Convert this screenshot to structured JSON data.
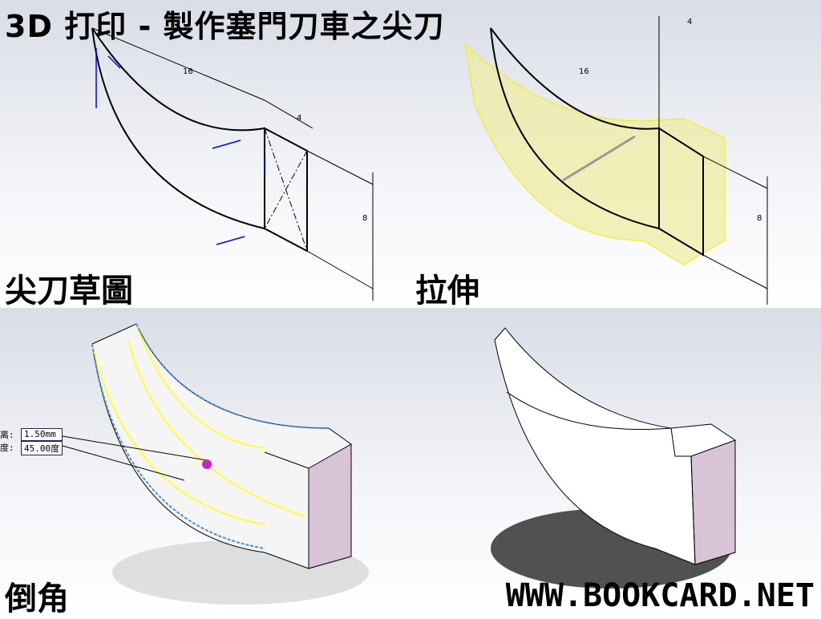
{
  "title": "3D 打印 - 製作塞門刀車之尖刀",
  "panels": [
    {
      "caption": "尖刀草圖",
      "dimensions": [
        "16",
        "4",
        "8"
      ]
    },
    {
      "caption": "拉伸",
      "dimensions": [
        "16",
        "4",
        "8"
      ]
    },
    {
      "caption": "倒角",
      "chamfer": {
        "distance_label": "离:",
        "distance": "1.50mm",
        "angle_label": "度:",
        "angle": "45.00度"
      }
    },
    {
      "caption": ""
    }
  ],
  "website": "WWW.BOOKCARD.NET",
  "colors": {
    "sketch": "#000000",
    "extrude": "#f0ec9c",
    "chamfer": "#ffff33",
    "side_face": "#d9c3d6"
  }
}
